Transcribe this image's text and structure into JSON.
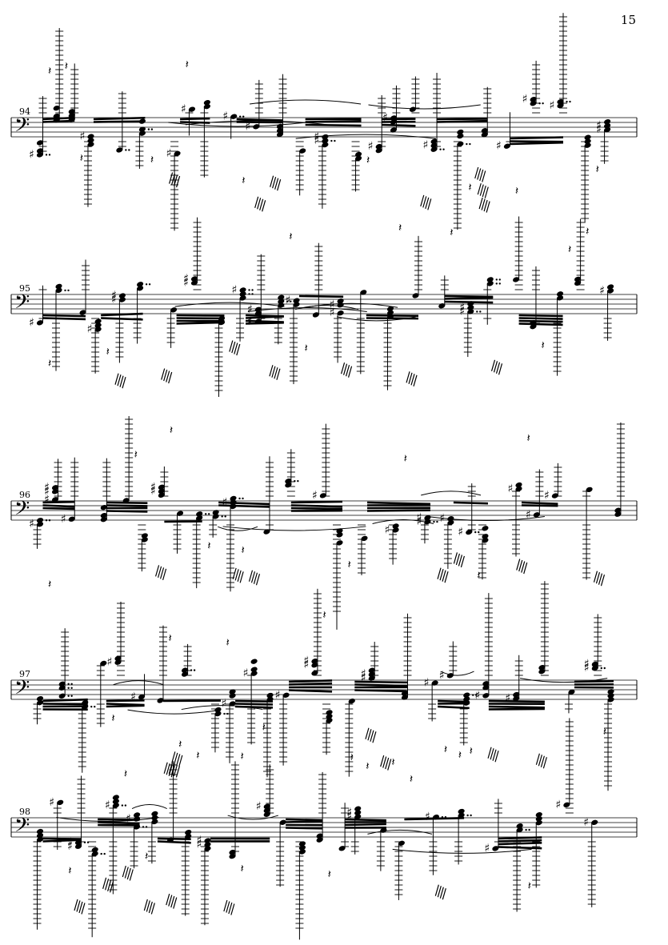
{
  "page": {
    "number": "15"
  },
  "systems": [
    {
      "measure": "94"
    },
    {
      "measure": "95"
    },
    {
      "measure": "96"
    },
    {
      "measure": "97"
    },
    {
      "measure": "98"
    }
  ]
}
